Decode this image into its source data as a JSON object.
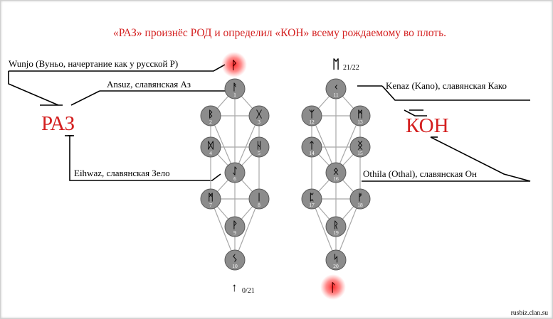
{
  "header": {
    "title": "«РАЗ» произнёс РОД и определил «КОН» всему рождаемому во плоть."
  },
  "labels": {
    "wunjo": "Wunjo (Вуньо, начертание как у русской Р)",
    "ansuz": "Ansuz, славянская Аз",
    "eihwaz": "Eihwaz, славянская Зело",
    "kenaz": "Kenaz (Kano), славянская Како",
    "othila": "Othila (Othal), славянская Он",
    "raz": "РАЗ",
    "kon": "КОН"
  },
  "markers": {
    "top_right_glyph": "ᛖ",
    "top_right_label": "21/22",
    "bottom_left_glyph": "↑",
    "bottom_left_label": "0/21"
  },
  "left_tree": {
    "nodes": [
      {
        "num": "1",
        "rune": "ᚨ"
      },
      {
        "num": "2",
        "rune": "ᛒ"
      },
      {
        "num": "3",
        "rune": "ᚷ"
      },
      {
        "num": "4",
        "rune": "ᛞ"
      },
      {
        "num": "5",
        "rune": "ᚺ"
      },
      {
        "num": "6",
        "rune": "ᛇ"
      },
      {
        "num": "7",
        "rune": "ᛗ"
      },
      {
        "num": "8",
        "rune": "ᛁ"
      },
      {
        "num": "9",
        "rune": "ᚹ"
      },
      {
        "num": "10",
        "rune": "ᛊ"
      }
    ],
    "top_glyph": "ᚹ"
  },
  "right_tree": {
    "nodes": [
      {
        "num": "11",
        "rune": "ᚲ"
      },
      {
        "num": "12",
        "rune": "ᛉ"
      },
      {
        "num": "13",
        "rune": "ᛗ"
      },
      {
        "num": "14",
        "rune": "ᛏ"
      },
      {
        "num": "15",
        "rune": "ᛝ"
      },
      {
        "num": "16",
        "rune": "ᛟ"
      },
      {
        "num": "17",
        "rune": "ᛈ"
      },
      {
        "num": "18",
        "rune": "ᚠ"
      },
      {
        "num": "19",
        "rune": "ᚱ"
      },
      {
        "num": "20",
        "rune": "ᛋ"
      }
    ],
    "bottom_glyph": "ᛚ"
  },
  "footer": {
    "site": "rusbiz.clan.su"
  },
  "colors": {
    "accent_red": "#d42020",
    "node_fill": "#8c8c8c",
    "node_stroke": "#5a5a5a",
    "tree_line": "#a8a8a8",
    "glow": "#ff2020"
  }
}
